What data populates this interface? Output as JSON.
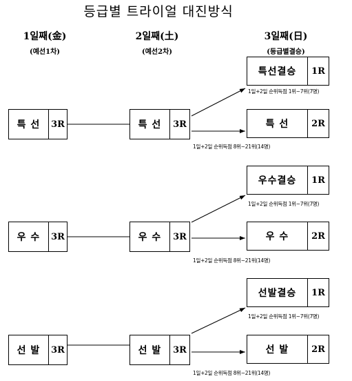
{
  "title": "등급별 트라이얼 대진방식",
  "days": [
    {
      "label": "1일째(金)",
      "sub": "(예선1차)"
    },
    {
      "label": "2일째(土)",
      "sub": "(예선2차)"
    },
    {
      "label": "3일째(日)",
      "sub": "(등급별결승)"
    }
  ],
  "grades": [
    {
      "day1": {
        "name": "특  선",
        "round": "3R"
      },
      "day2": {
        "name": "특  선",
        "round": "3R"
      },
      "final": {
        "name": "특선결승",
        "round": "1R"
      },
      "final_note": "1일+2일 순위득점 1위~7위(7명)",
      "second": {
        "name": "특  선",
        "round": "2R"
      },
      "second_note": "1일+2일 순위득점 8위~21위(14명)"
    },
    {
      "day1": {
        "name": "우  수",
        "round": "3R"
      },
      "day2": {
        "name": "우  수",
        "round": "3R"
      },
      "final": {
        "name": "우수결승",
        "round": "1R"
      },
      "final_note": "1일+2일 순위득점 1위~7위(7명)",
      "second": {
        "name": "우  수",
        "round": "2R"
      },
      "second_note": "1일+2일 순위득점 8위~21위(14명)"
    },
    {
      "day1": {
        "name": "선  발",
        "round": "3R"
      },
      "day2": {
        "name": "선  발",
        "round": "3R"
      },
      "final": {
        "name": "선발결승",
        "round": "1R"
      },
      "final_note": "1일+2일 순위득점 1위~7위(7명)",
      "second": {
        "name": "선  발",
        "round": "2R"
      },
      "second_note": "1일+2일 순위득점 8위~21위(14명)"
    }
  ]
}
